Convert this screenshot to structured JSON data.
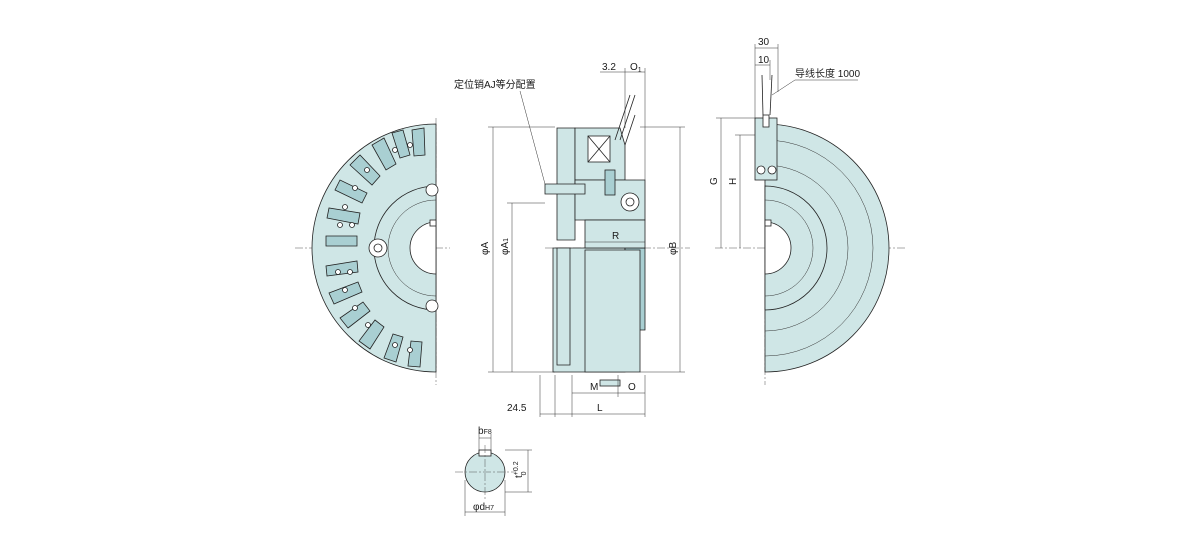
{
  "colors": {
    "part_fill": "#cfe6e6",
    "part_shade": "#a9cfd2",
    "line": "#222222"
  },
  "labels": {
    "positioning_note": "定位销AJ等分配置",
    "lead_wire_note": "导线长度 1000"
  },
  "dimensions": {
    "dim_3_2": "3.2",
    "dim_o1": "O",
    "dim_o1_sub": "1",
    "dim_30": "30",
    "dim_10": "10",
    "phi_a": "φA",
    "phi_a1": "φA",
    "phi_a1_sub": "1",
    "phi_b": "φB",
    "r": "R",
    "m": "M",
    "o": "O",
    "l": "L",
    "dim_24_5": "24.5",
    "g": "G",
    "h": "H",
    "b_f8": "b",
    "b_f8_sub": "F8",
    "t": "t",
    "t_tol": "+0.2",
    "t_tol_lower": "0",
    "phi_d": "φd",
    "phi_d_sub": "H7"
  }
}
